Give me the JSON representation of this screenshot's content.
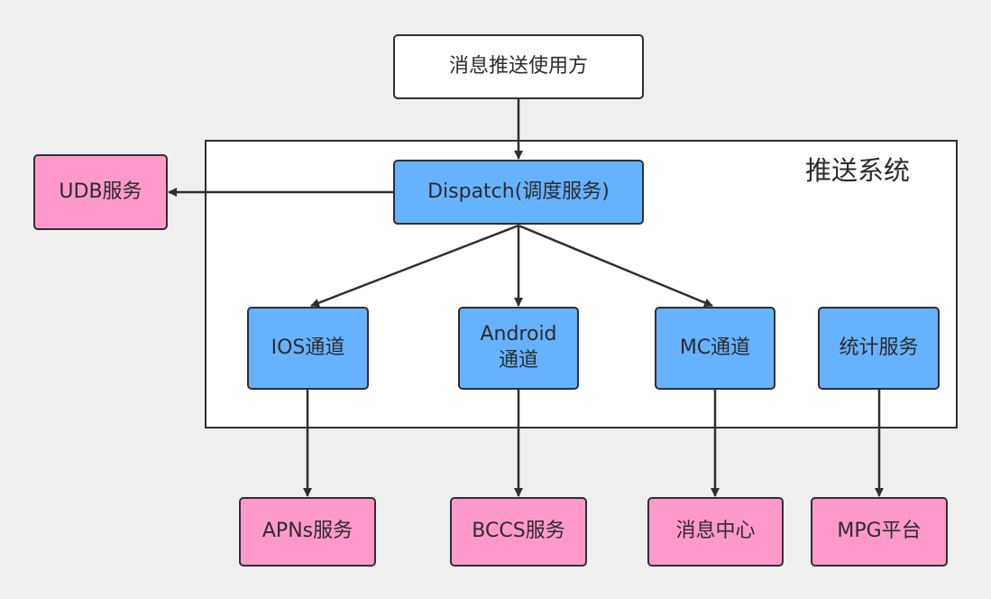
{
  "system_title": "推送系统",
  "nodes": {
    "user": {
      "label": "消息推送使用方"
    },
    "dispatch": {
      "label": "Dispatch(调度服务)"
    },
    "udb": {
      "label": "UDB服务"
    },
    "ios": {
      "label": "IOS通道"
    },
    "android": {
      "label": "Android\n通道"
    },
    "mc": {
      "label": "MC通道"
    },
    "stats": {
      "label": "统计服务"
    },
    "apns": {
      "label": "APNs服务"
    },
    "bccs": {
      "label": "BCCS服务"
    },
    "msgcenter": {
      "label": "消息中心"
    },
    "mpg": {
      "label": "MPG平台"
    }
  },
  "edges": [
    [
      "user",
      "dispatch"
    ],
    [
      "dispatch",
      "udb"
    ],
    [
      "dispatch",
      "ios"
    ],
    [
      "dispatch",
      "android"
    ],
    [
      "dispatch",
      "mc"
    ],
    [
      "ios",
      "apns"
    ],
    [
      "android",
      "bccs"
    ],
    [
      "mc",
      "msgcenter"
    ],
    [
      "stats",
      "mpg"
    ]
  ],
  "colors": {
    "background": "#efefef",
    "internal": "#66b2ff",
    "external": "#ff99cc",
    "client": "#ffffff",
    "stroke": "#2f2f2f"
  }
}
